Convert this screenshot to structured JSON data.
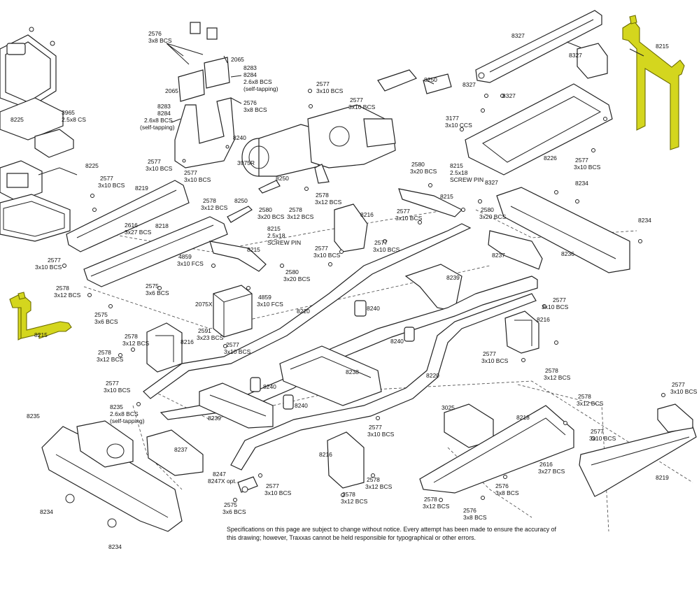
{
  "labels": {
    "l8225a": "8225",
    "l3965": "3965",
    "l3965b": "2.5x8 CS",
    "l8225b": "8225",
    "l2576a": "2576",
    "l2576a2": "3x8 BCS",
    "l2065a": "2065",
    "l2065b": "2065",
    "l8283a": "8283",
    "l8284a": "8284",
    "l8283a2": "2.6x8 BCS",
    "l8283a3": "(self-tapping)",
    "l2576b": "2576",
    "l2576b2": "3x8 BCS",
    "l8283b": "8283",
    "l8284b": "8284",
    "l8283b2": "2.6x8 BCS",
    "l8283b3": "(self-tapping)",
    "l8240a": "8240",
    "l2577a": "2577",
    "l2577a2": "3x10 BCS",
    "l2577b": "2577",
    "l2577b2": "3x10 BCS",
    "l2577c": "2577",
    "l2577c2": "3x10 BCS",
    "l2577d": "2577",
    "l2577d2": "3x10 BCS",
    "l8219a": "8219",
    "l8218a": "8218",
    "l2616a": "2616",
    "l2616a2": "3x27 BCS",
    "l2578a": "2578",
    "l2578a2": "3x12 BCS",
    "l3975r": "3975R",
    "l8250a": "8250",
    "l8250b": "8250",
    "l2580a": "2580",
    "l2580a2": "3x20 BCS",
    "l8215a": "8215",
    "l8215a2": "2.5x18",
    "l8215a3": "SCREW PIN",
    "l8215b": "8215",
    "l2578b": "2578",
    "l2578b2": "3x12 BCS",
    "l2578c": "2578",
    "l2578c2": "3x12 BCS",
    "l8216a": "8216",
    "l2577e": "2577",
    "l2577e2": "3x10 BCS",
    "l2577f": "2577",
    "l2577f2": "3x10 BCS",
    "l2577g": "2577",
    "l2577g2": "3x10 BCS",
    "l2577h": "2577",
    "l2577h2": "3x10 BCS",
    "l4859a": "4859",
    "l4859a2": "3x10 FCS",
    "l2580b": "2580",
    "l2580b2": "3x20 BCS",
    "l2575a": "2575",
    "l2575a2": "3x6 BCS",
    "l2578d": "2578",
    "l2578d2": "3x12 BCS",
    "l2575b": "2575",
    "l2575b2": "3x6 BCS",
    "l8215c": "8215",
    "l4859b": "4859",
    "l4859b2": "3x10 FCS",
    "l2075x": "2075X",
    "l8220a": "8220",
    "l8240b": "8240",
    "l8327a": "8327",
    "l8327b": "8327",
    "l8250c": "8250",
    "l8327c": "8327",
    "l8327d": "8327",
    "l3177": "3177",
    "l3177b": "3x10 CCS",
    "l8226": "8226",
    "l2577i": "2577",
    "l2577i2": "3x10 BCS",
    "l8215d": "8215",
    "l2580c": "2580",
    "l2580c2": "3x20 BCS",
    "l8215e": "8215",
    "l8215e2": "2.5x18",
    "l8215e3": "SCREW PIN",
    "l8327e": "8327",
    "l8215f": "8215",
    "l8234a": "8234",
    "l8234b": "8234",
    "l2577j": "2577",
    "l2577j2": "3x10 BCS",
    "l2580d": "2580",
    "l2580d2": "3x20 BCS",
    "l8237a": "8237",
    "l8236": "8236",
    "l8239a": "8239",
    "l2577k": "2577",
    "l2577k2": "3x10 BCS",
    "l8216b": "8216",
    "l2577l": "2577",
    "l2577l2": "3x10 BCS",
    "l2578e": "2578",
    "l2578e2": "3x12 BCS",
    "l2578f": "2578",
    "l2578f2": "3x12 BCS",
    "l8216c": "8216",
    "l2578g": "2578",
    "l2578g2": "3x12 BCS",
    "l2591": "2591",
    "l2591b": "3x23 BCS",
    "l2577m": "2577",
    "l2577m2": "3x10 BCS",
    "l8240c": "8240",
    "l8238": "8238",
    "l8220b": "8220",
    "l8240d": "8240",
    "l8240e": "8240",
    "l2577n": "2577",
    "l2577n2": "3x10 BCS",
    "l8235a": "8235",
    "l8235b": "8235",
    "l8235b2": "2.6x8 BCS",
    "l8235b3": "(self-tapping)",
    "l8239b": "8239",
    "l8237b": "8237",
    "l2577o": "2577",
    "l2577o2": "3x10 BCS",
    "l3025": "3025",
    "l8218b": "8218",
    "l2578h": "2578",
    "l2578h2": "3x12 BCS",
    "l2577p": "2577",
    "l2577p2": "3x10 BCS",
    "l2577q": "2577",
    "l2577q2": "3x10 BCS",
    "l8216d": "8216",
    "l8247": "8247",
    "l8247x": "8247X opt.",
    "l2577r": "2577",
    "l2577r2": "3x10 BCS",
    "l2578i": "2578",
    "l2578i2": "3x12 BCS",
    "l2578j": "2578",
    "l2578j2": "3x12 BCS",
    "l2616b": "2616",
    "l2616b2": "3x27 BCS",
    "l2576c": "2576",
    "l2576c2": "3x8 BCS",
    "l2576d": "2576",
    "l2576d2": "3x8 BCS",
    "l2578k": "2578",
    "l2578k2": "3x12 BCS",
    "l2575c": "2575",
    "l2575c2": "3x6 BCS",
    "l8234c": "8234",
    "l8234d": "8234",
    "l8219b": "8219",
    "l8215g": "8215",
    "l8215h": "8215"
  },
  "disclaimer": "Specifications on this page are subject to change without notice.  Every attempt has been made to ensure the accuracy of this drawing; however, Traxxas cannot be held responsible for typographical or other errors.",
  "colors": {
    "highlight": "#d4d61e",
    "line": "#222222",
    "background": "#ffffff"
  }
}
